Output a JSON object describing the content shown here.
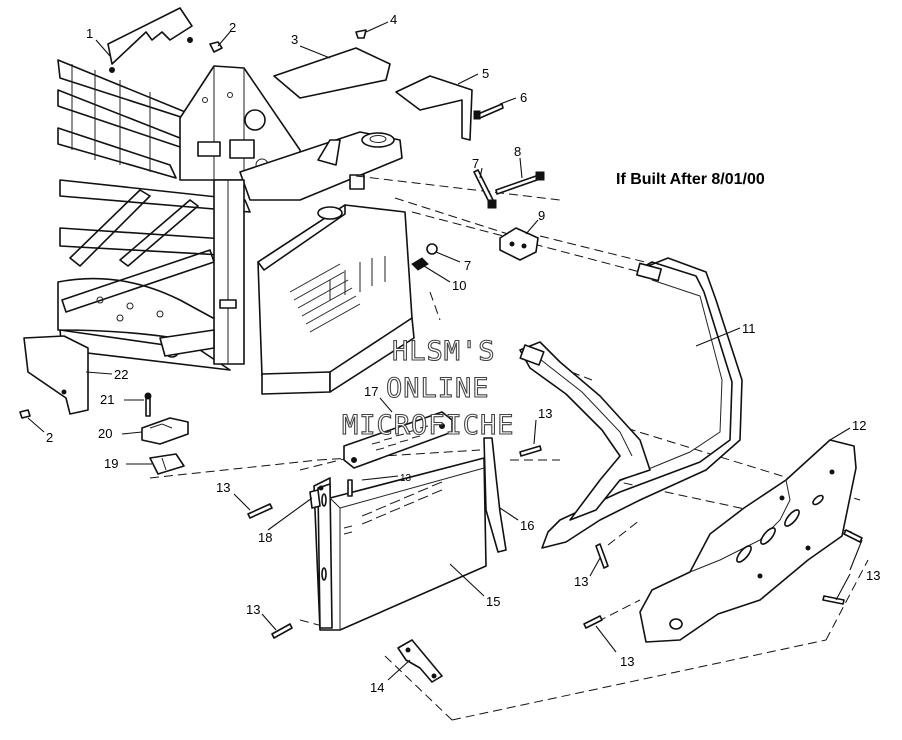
{
  "note": "If Built After 8/01/00",
  "watermark": [
    "HLSM'S",
    "ONLINE",
    "MICROFICHE"
  ],
  "callouts": {
    "c1": "1",
    "c2a": "2",
    "c3": "3",
    "c4": "4",
    "c5": "5",
    "c6": "6",
    "c7a": "7",
    "c8": "8",
    "c9": "9",
    "c7b": "7",
    "c10": "10",
    "c11": "11",
    "c12": "12",
    "c22": "22",
    "c21": "21",
    "c20": "20",
    "c19": "19",
    "c2b": "2",
    "c17": "17",
    "c13a": "13",
    "c13b": "13",
    "c13c": "13",
    "c18": "18",
    "c16": "16",
    "c15": "15",
    "c13d": "13",
    "c14": "14",
    "c13e": "13",
    "c13f": "13",
    "c13g": "13"
  }
}
